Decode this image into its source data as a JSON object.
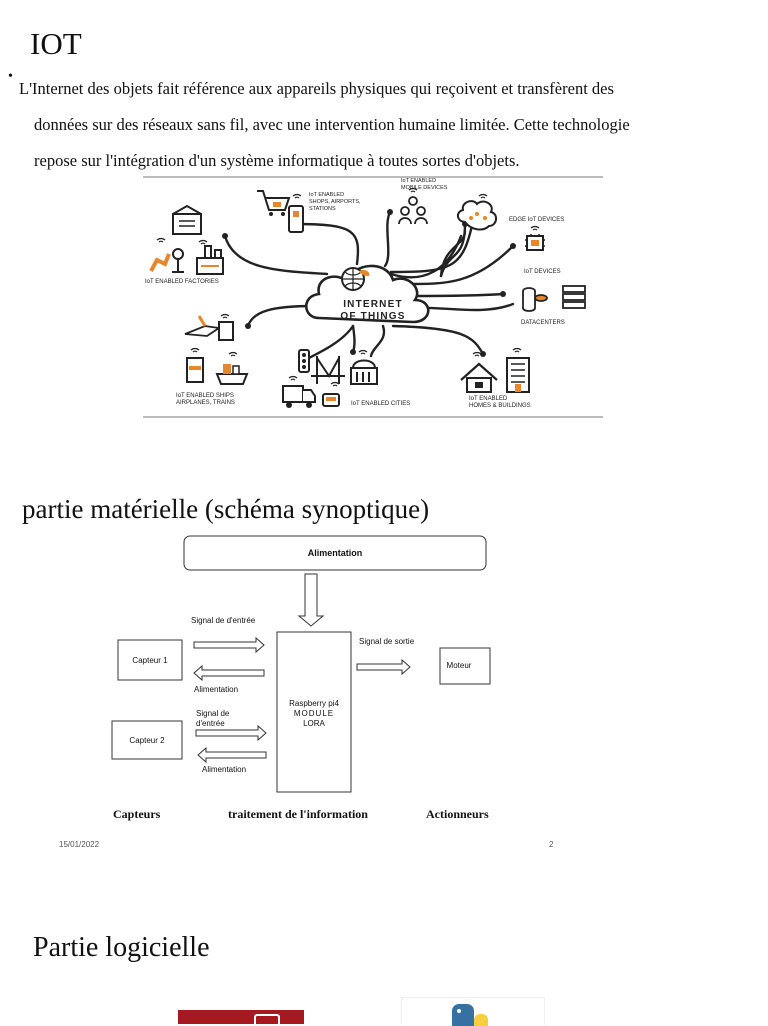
{
  "section_iot": {
    "title": "IOT",
    "bullet": "•",
    "paragraph_lines": [
      "L'Internet des objets fait référence aux appareils physiques qui reçoivent et transfèrent des",
      "données sur des réseaux sans fil, avec une intervention humaine limitée. Cette technologie",
      "repose sur l'intégration d'un système informatique à toutes sortes d'objets."
    ],
    "figure": {
      "center_label_line1": "INTERNET",
      "center_label_line2": "OF THINGS",
      "labels": {
        "shops_1": "IoT ENABLED",
        "shops_2": "SHOPS, AIRPORTS,",
        "shops_3": "STATIONS",
        "mobile_1": "IoT ENABLED",
        "mobile_2": "MOBILE DEVICES",
        "edge": "EDGE IoT DEVICES",
        "iot_devices": "IoT DEVICES",
        "datacenters": "DATACENTERS",
        "factories": "IoT ENABLED FACTORIES",
        "ships_1": "IoT ENABLED SHIPS",
        "ships_2": "AIRPLANES, TRAINS",
        "cities": "IoT ENABLED CITIES",
        "homes_1": "IoT ENABLED",
        "homes_2": "HOMES & BUILDINGS"
      }
    }
  },
  "section_hardware": {
    "title": "partie matérielle (schéma synoptique)",
    "power": "Alimentation",
    "sensor1": "Capteur 1",
    "sensor2": "Capteur 2",
    "signal_in_1": "Signal de d'entrée",
    "signal_in_2a": "Signal de",
    "signal_in_2b": "d'entrée",
    "power_label_1": "Alimentation",
    "power_label_2": "Alimentation",
    "signal_out": "Signal de sortie",
    "processor_1": "Raspberry pi4",
    "processor_2": "MODULE",
    "processor_3": "LORA",
    "motor": "Moteur",
    "col_sensors": "Capteurs",
    "col_processing": "traitement de l'information",
    "col_actuators": "Actionneurs"
  },
  "footer": {
    "date": "15/01/2022",
    "page": "2"
  },
  "section_software": {
    "title": "Partie logicielle"
  }
}
